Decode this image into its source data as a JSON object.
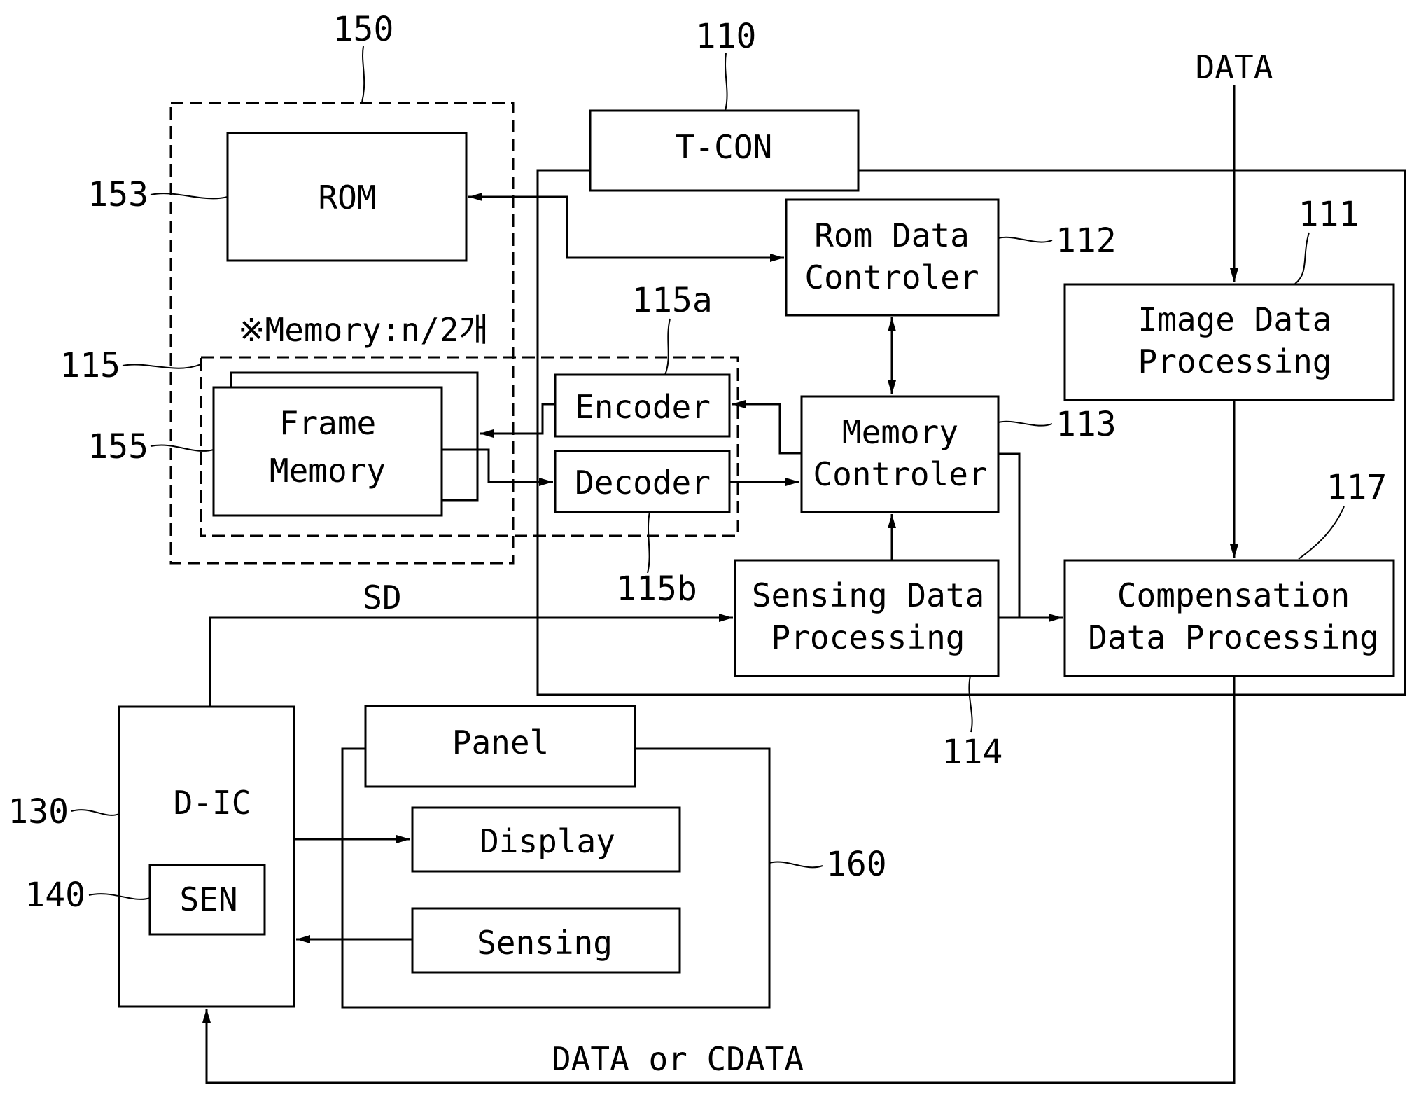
{
  "diagram": {
    "blocks": {
      "tcon": "T-CON",
      "rom": "ROM",
      "rom_data_controller": [
        "Rom Data",
        "Controler"
      ],
      "image_data_processing": [
        "Image Data",
        "Processing"
      ],
      "memory_controller": [
        "Memory",
        "Controler"
      ],
      "encoder": "Encoder",
      "decoder": "Decoder",
      "frame_memory": [
        "Frame",
        "Memory"
      ],
      "sensing_data_processing": [
        "Sensing Data",
        "Processing"
      ],
      "compensation_data_processing": [
        "Compensation",
        "Data Processing"
      ],
      "dic": "D-IC",
      "sen": "SEN",
      "panel": "Panel",
      "display": "Display",
      "sensing": "Sensing"
    },
    "memory_note": "※Memory:n/2개",
    "signals": {
      "data_in": "DATA",
      "sd": "SD",
      "data_out": "DATA or CDATA"
    },
    "refs": {
      "r150": "150",
      "r110": "110",
      "r153": "153",
      "r112": "112",
      "r111": "111",
      "r115a": "115a",
      "r115": "115",
      "r113": "113",
      "r155": "155",
      "r117": "117",
      "r115b": "115b",
      "r114": "114",
      "r130": "130",
      "r140": "140",
      "r160": "160"
    }
  }
}
